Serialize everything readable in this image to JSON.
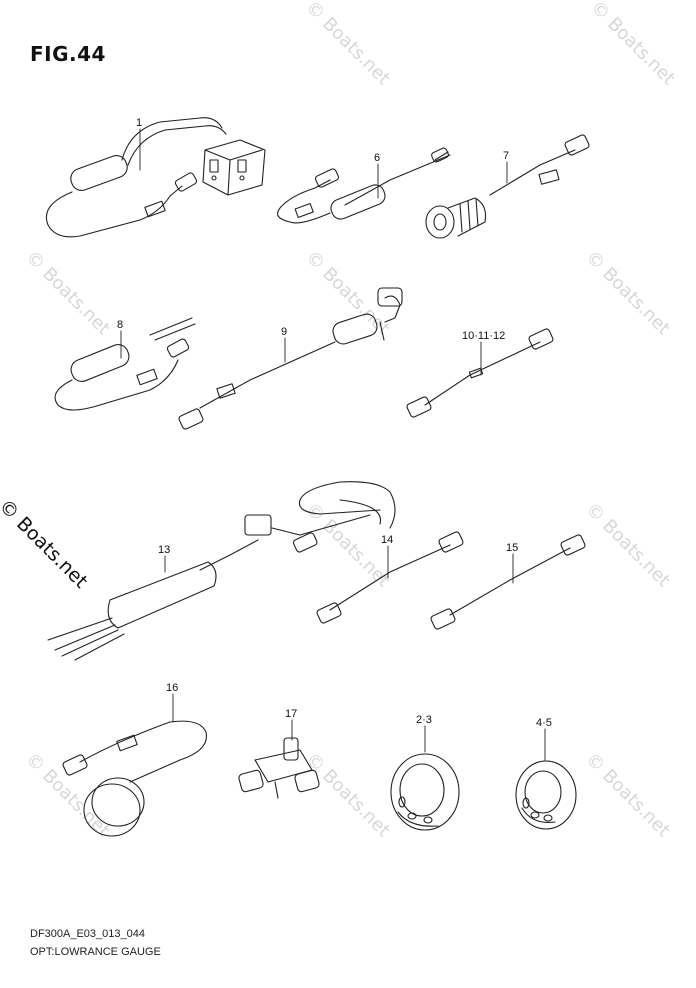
{
  "figure": {
    "title": "FIG.44",
    "code": "DF300A_E03_013_044",
    "caption": "OPT:LOWRANCE GAUGE"
  },
  "watermark": {
    "text": "© Boats.net",
    "color": "#b8b8b8"
  },
  "callouts": {
    "c1": "1",
    "c6": "6",
    "c7": "7",
    "c8": "8",
    "c9": "9",
    "c10": "10·11·12",
    "c13": "13",
    "c14": "14",
    "c15": "15",
    "c16": "16",
    "c17": "17",
    "c23": "2·3",
    "c45": "4·5"
  },
  "colors": {
    "line": "#222222"
  }
}
